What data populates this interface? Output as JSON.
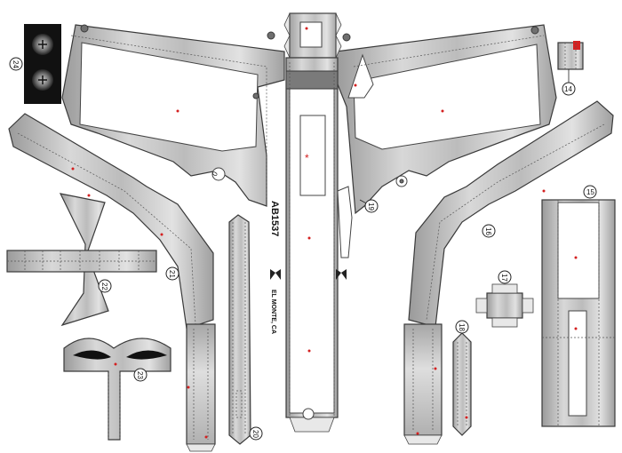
{
  "markings": {
    "serial": "AB1537",
    "maker_city": "EL MONTE, CA"
  },
  "part_numbers": {
    "p14": "14",
    "p15": "15",
    "p16": "16",
    "p17": "17",
    "p18": "18",
    "p19": "19",
    "p20": "20",
    "p21": "21",
    "p22": "22",
    "p23": "23",
    "p24": "24"
  },
  "colors": {
    "metal_light": "#e4e4e4",
    "metal_mid": "#b8b8b8",
    "metal_dark": "#8a8a8a",
    "outline": "#3a3a3a",
    "glue_mark": "#d42020",
    "cutout": "#ffffff"
  },
  "icons": {
    "part_24": "pivot-screw-icon",
    "logo": "sigma-logo-icon"
  }
}
